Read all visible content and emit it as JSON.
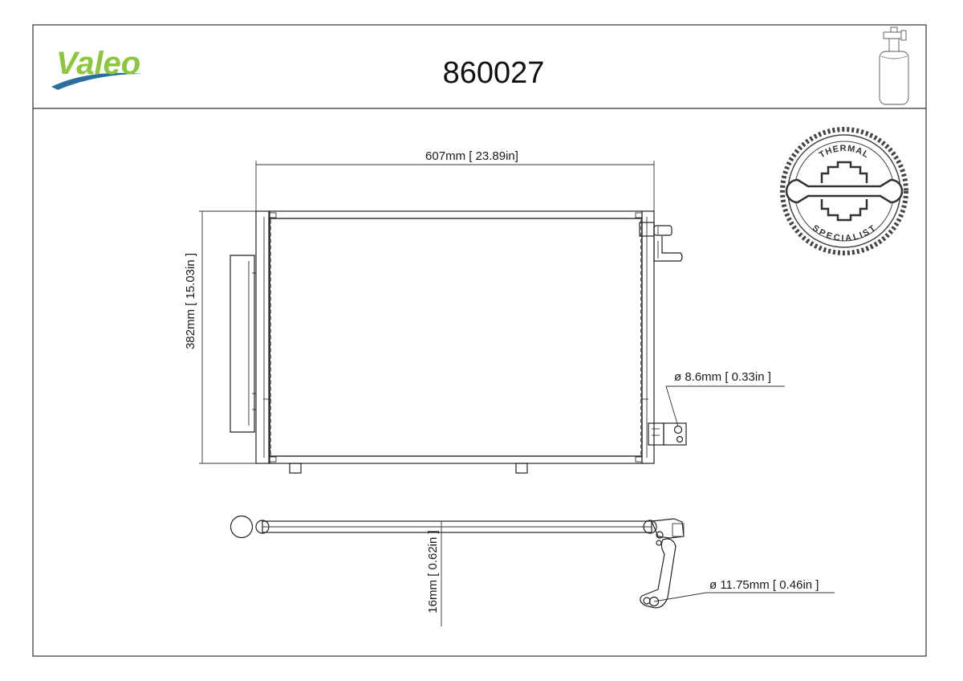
{
  "header": {
    "brand": "Valeo",
    "part_number": "860027",
    "product_icon": "receiver-drier-icon"
  },
  "badge": {
    "top_text": "THERMAL",
    "bottom_text": "SPECIALIST",
    "icon": "wrench-gear-icon"
  },
  "dimensions": {
    "width": "607mm [ 23.89in]",
    "height": "382mm [ 15.03in ]",
    "port_small": "ø 8.6mm [ 0.33in ]",
    "thickness": "16mm [ 0.62in ]",
    "port_large": "ø 11.75mm [ 0.46in ]"
  },
  "colors": {
    "brand_green": "#8cc63f",
    "brand_blue": "#2c6e9e",
    "line": "#222222"
  }
}
